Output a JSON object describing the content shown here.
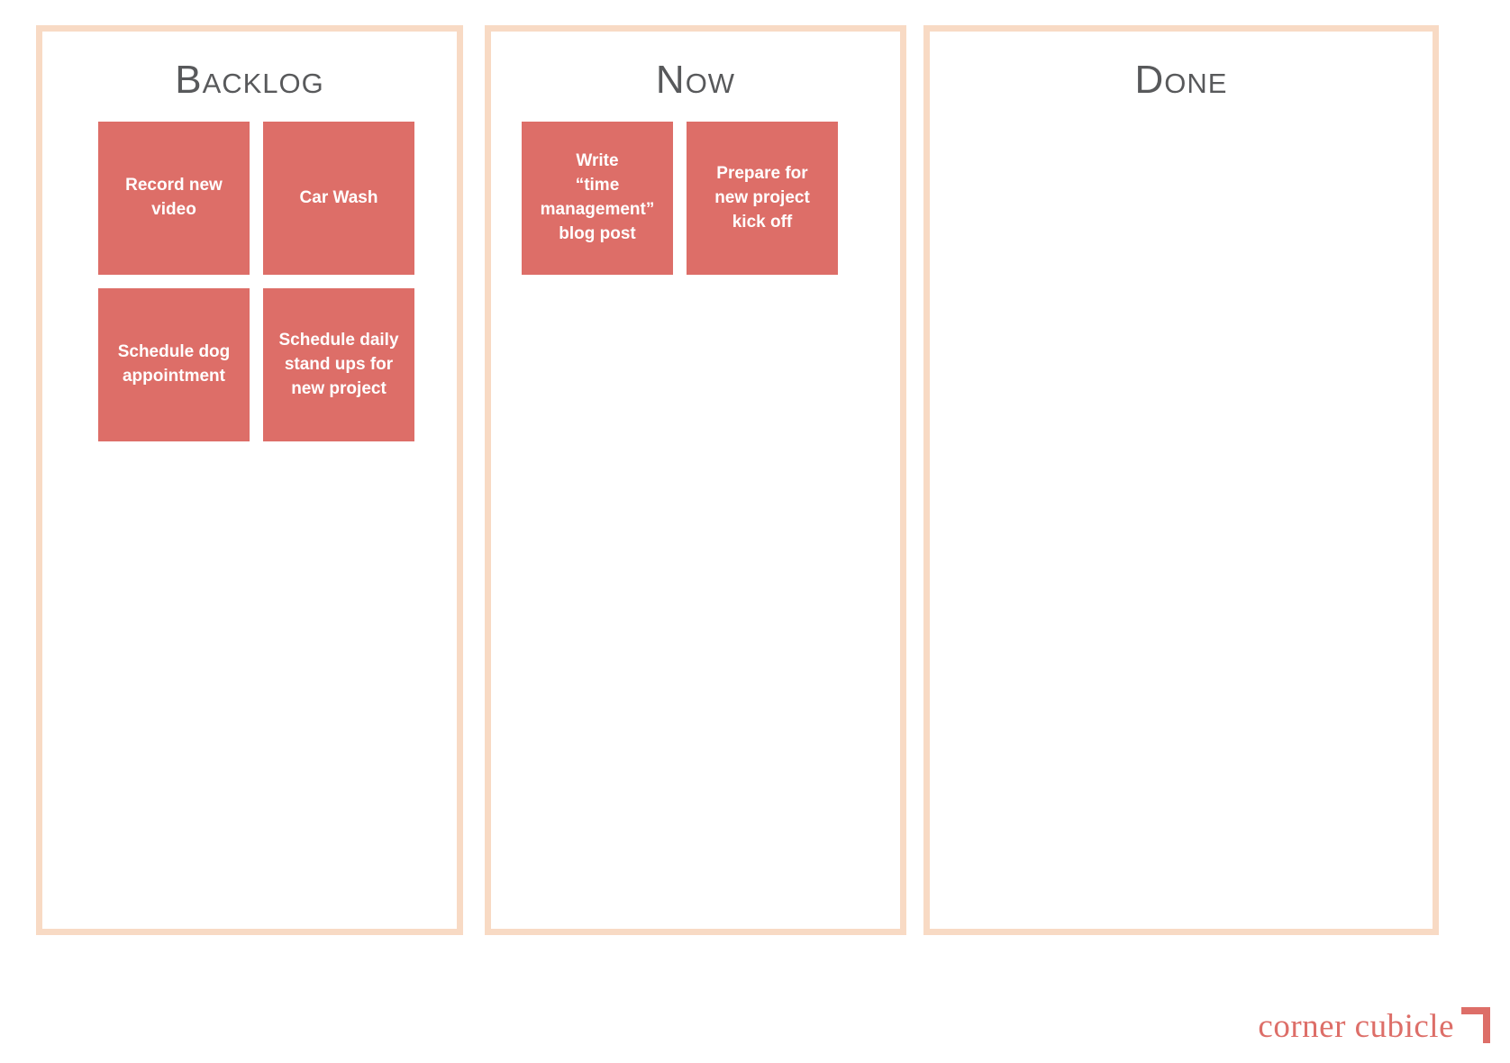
{
  "board": {
    "columns": [
      {
        "id": "backlog",
        "title": "Backlog",
        "cards": [
          {
            "label": "Record new\nvideo"
          },
          {
            "label": "Car Wash"
          },
          {
            "label": "Schedule dog\nappointment"
          },
          {
            "label": "Schedule daily\nstand ups for\nnew project"
          }
        ]
      },
      {
        "id": "now",
        "title": "Now",
        "cards": [
          {
            "label": "Write\n“time\nmanagement”\nblog post"
          },
          {
            "label": "Prepare for\nnew project\nkick off"
          }
        ]
      },
      {
        "id": "done",
        "title": "Done",
        "cards": []
      }
    ]
  },
  "logo": {
    "text": "corner cubicle",
    "mark": "corner-bracket-mark"
  },
  "colors": {
    "card": "#dd6e68",
    "column_border": "#f8dac4",
    "title_text": "#58595b",
    "card_text": "#ffffff",
    "logo": "#dd6e68",
    "background": "#ffffff"
  }
}
